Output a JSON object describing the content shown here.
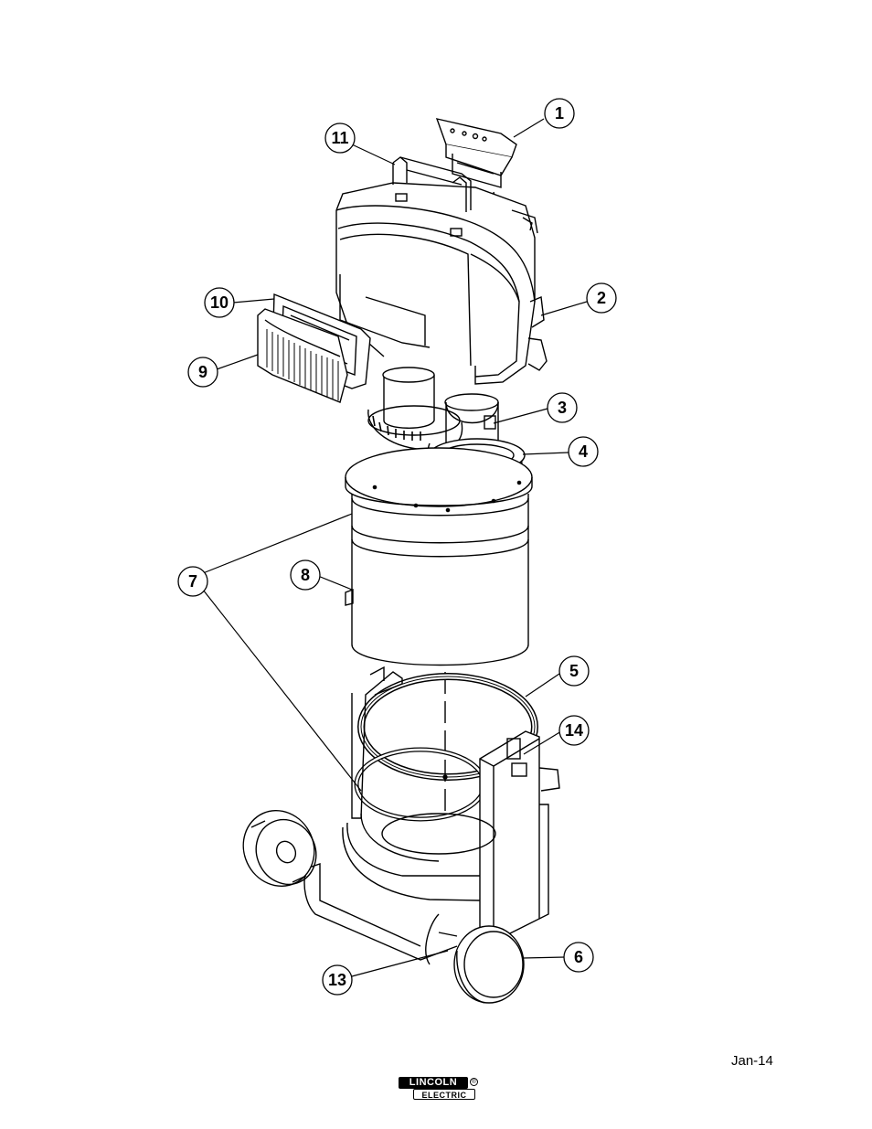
{
  "callouts": [
    "1",
    "2",
    "3",
    "4",
    "5",
    "6",
    "7",
    "8",
    "9",
    "10",
    "11",
    "13",
    "14"
  ],
  "footer": {
    "date": "Jan-14"
  },
  "logo": {
    "line1": "LINCOLN",
    "line2": "ELECTRIC",
    "mark": "®"
  },
  "colors": {
    "ink": "#000000",
    "paper": "#ffffff",
    "shade": "#e6e6e6"
  }
}
